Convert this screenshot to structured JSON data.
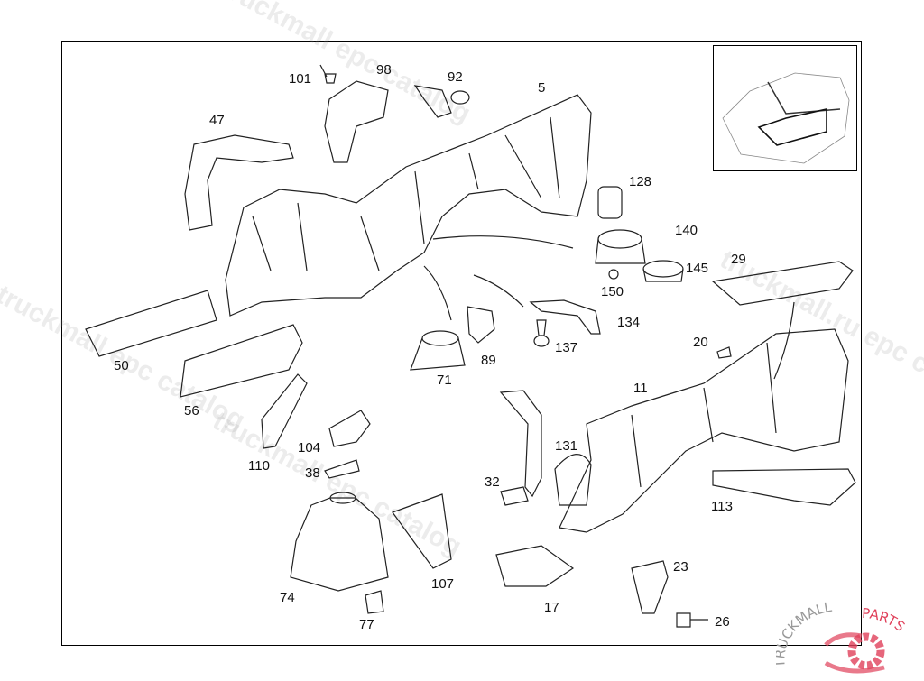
{
  "callouts": [
    {
      "id": "101",
      "text": "101"
    },
    {
      "id": "98",
      "text": "98"
    },
    {
      "id": "92",
      "text": "92"
    },
    {
      "id": "5",
      "text": "5"
    },
    {
      "id": "47",
      "text": "47"
    },
    {
      "id": "128",
      "text": "128"
    },
    {
      "id": "140",
      "text": "140"
    },
    {
      "id": "145",
      "text": "145"
    },
    {
      "id": "150",
      "text": "150"
    },
    {
      "id": "29",
      "text": "29"
    },
    {
      "id": "134",
      "text": "134"
    },
    {
      "id": "137",
      "text": "137"
    },
    {
      "id": "20",
      "text": "20"
    },
    {
      "id": "50",
      "text": "50"
    },
    {
      "id": "71",
      "text": "71"
    },
    {
      "id": "89",
      "text": "89"
    },
    {
      "id": "56",
      "text": "56"
    },
    {
      "id": "11",
      "text": "11"
    },
    {
      "id": "110",
      "text": "110"
    },
    {
      "id": "104",
      "text": "104"
    },
    {
      "id": "38",
      "text": "38"
    },
    {
      "id": "131",
      "text": "131"
    },
    {
      "id": "32",
      "text": "32"
    },
    {
      "id": "113",
      "text": "113"
    },
    {
      "id": "74",
      "text": "74"
    },
    {
      "id": "107",
      "text": "107"
    },
    {
      "id": "17",
      "text": "17"
    },
    {
      "id": "23",
      "text": "23"
    },
    {
      "id": "77",
      "text": "77"
    },
    {
      "id": "26",
      "text": "26"
    }
  ],
  "watermark": {
    "text": "truckmall epc catalog",
    "text2": "truckmall.ru epc catalog"
  },
  "logo": {
    "text_left": "TRUCKMALL",
    "text_right": "PARTS",
    "color_accent": "#e0405a"
  }
}
